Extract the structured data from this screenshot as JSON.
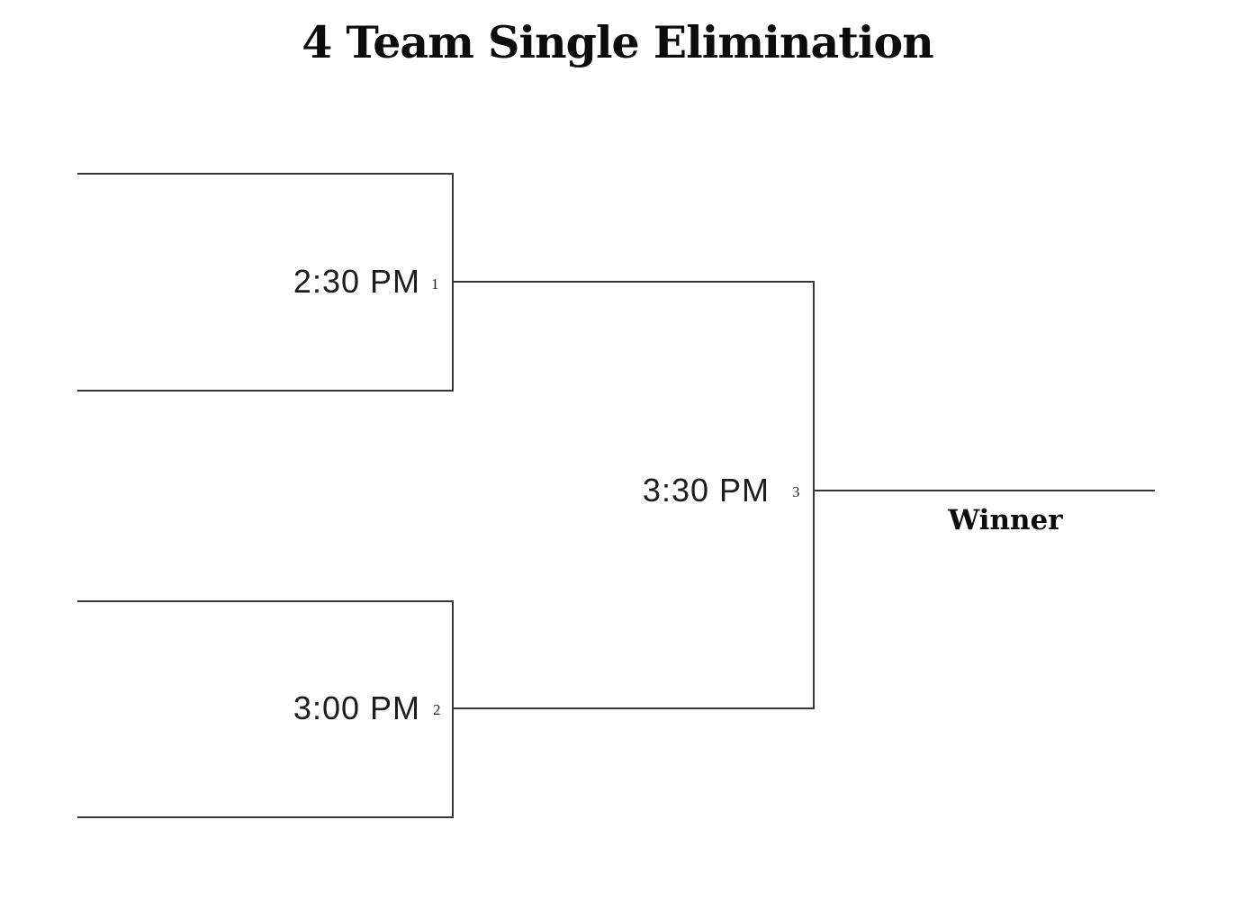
{
  "title": "4 Team Single Elimination",
  "bracket": {
    "type": "single-elimination",
    "team_count": 4,
    "rounds": [
      {
        "name": "round-1",
        "matches": [
          {
            "time": "2:30 PM",
            "game_number": "1"
          },
          {
            "time": "3:00 PM",
            "game_number": "2"
          }
        ]
      },
      {
        "name": "final",
        "matches": [
          {
            "time": "3:30 PM",
            "game_number": "3"
          }
        ]
      }
    ],
    "winner_label": "Winner"
  },
  "colors": {
    "background": "#ffffff",
    "line": "#383838",
    "title_text": "#0c0c0c",
    "time_text": "#1c1c1c",
    "game_number_text": "#1f1f3d"
  }
}
